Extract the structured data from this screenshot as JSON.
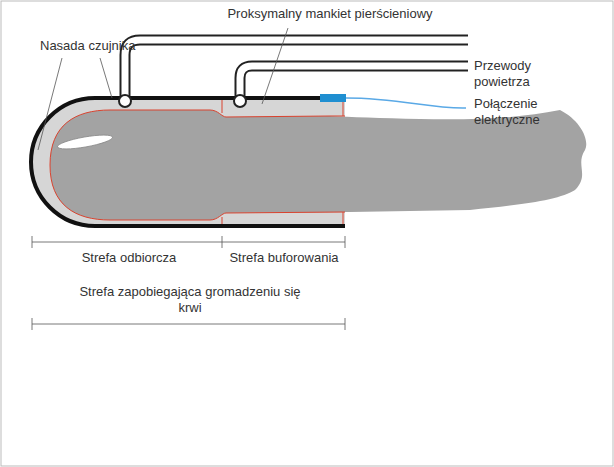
{
  "diagram": {
    "labels": [
      "Proksymalny mankiet pierścieniowy",
      "Nasada czujnika",
      "Przewody powietrza",
      "Połączenie elektryczne",
      "Strefa odbiorcza",
      "Strefa buforowania",
      "Strefa zapobiegająca gromadzeniu się krwi"
    ]
  }
}
